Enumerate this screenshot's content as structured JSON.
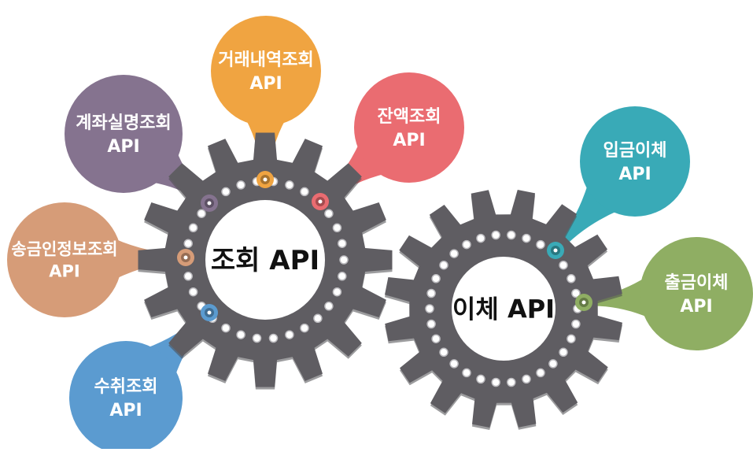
{
  "gears": [
    {
      "id": "inquiry",
      "label": "조회 API"
    },
    {
      "id": "transfer",
      "label": "이체 API"
    }
  ],
  "bubbles": [
    {
      "id": "account-name",
      "gear": "inquiry",
      "color": "#85738f",
      "lines": [
        "계좌실명조회",
        "API"
      ]
    },
    {
      "id": "transaction-history",
      "gear": "inquiry",
      "color": "#f0a441",
      "lines": [
        "거래내역조회",
        "API"
      ]
    },
    {
      "id": "balance",
      "gear": "inquiry",
      "color": "#ea6c71",
      "lines": [
        "잔액조회",
        "API"
      ]
    },
    {
      "id": "remit-info",
      "gear": "inquiry",
      "color": "#d69c78",
      "lines": [
        "송금인정보조회",
        "API"
      ]
    },
    {
      "id": "receipt",
      "gear": "inquiry",
      "color": "#5b9bd0",
      "lines": [
        "수취조회",
        "API"
      ]
    },
    {
      "id": "deposit-transfer",
      "gear": "transfer",
      "color": "#39aab7",
      "lines": [
        "입금이체",
        "API"
      ]
    },
    {
      "id": "withdraw-transfer",
      "gear": "transfer",
      "color": "#8fae63",
      "lines": [
        "출금이체",
        "API"
      ]
    }
  ]
}
